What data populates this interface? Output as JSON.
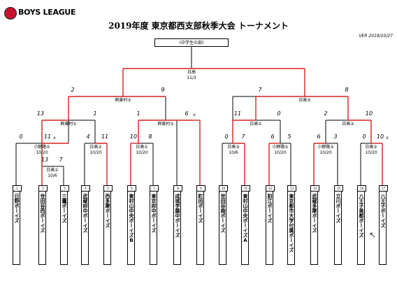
{
  "header": {
    "logo_text": "BOYS LEAGUE",
    "title": "2019年度 東京都西支部秋季大会 トーナメント",
    "version": "VER 2019/10/27",
    "division": "(中学生の部)"
  },
  "colors": {
    "win_line": "#d32020",
    "line": "#000000",
    "brand": "#c8102e"
  },
  "nodes": {
    "final": {
      "venue": "日高",
      "date": "11/3"
    },
    "sf_left": {
      "venue": "興東村③"
    },
    "sf_right": {
      "venue": "日高③"
    },
    "qf1": {
      "venue": "興東村①"
    },
    "qf2": {
      "venue": "興東村②"
    },
    "qf3": {
      "venue": "日高①"
    },
    "qf4": {
      "venue": "日高②"
    },
    "r16_1": {
      "venue": "小野路①",
      "date": "10/20"
    },
    "r16_2": {
      "venue": "日高②",
      "date": "10/20"
    },
    "r16_3": {
      "venue": "日高①",
      "date": "10/20"
    },
    "r16_4": {
      "venue": "日高③",
      "date": "10/6"
    },
    "r16_5": {
      "venue": "小野路②",
      "date": "10/20"
    },
    "r16_6": {
      "venue": "小野路③",
      "date": "10/20"
    },
    "r16_7": {
      "venue": "日高②",
      "date": "10/20"
    },
    "r32_1": {
      "venue": "日高①",
      "date": "10/6"
    }
  },
  "scores": {
    "final_l": "2",
    "final_r": "9",
    "final_l2": "7",
    "final_r2": "8",
    "sfl_l": "13",
    "sfl_r": "1",
    "sfl_l2": "1",
    "sfl_r2": "6",
    "sfr_l": "11",
    "sfr_r": "0",
    "sfr_l2": "2",
    "sfr_r2": "10",
    "r16_1_l": "0",
    "r16_1_r": "11",
    "r16_2_l": "4",
    "r16_2_r": "11",
    "r16_3_l": "10",
    "r16_3_r": "8",
    "r16_4_l": "0",
    "r16_4_r": "7",
    "r16_5_l": "6",
    "r16_5_r": "5",
    "r16_6_l": "6",
    "r16_6_r": "3",
    "r16_7_l": "0",
    "r16_7_r": "10",
    "r32_1_l": "13",
    "r32_1_r": "7",
    "x1": "x",
    "x2": "x",
    "x3": "x"
  },
  "teams": [
    {
      "num": "1",
      "name": "日野ボーイズ"
    },
    {
      "num": "2",
      "name": "世田谷西ボーイズ"
    },
    {
      "num": "3",
      "name": "三鷹ボーイズ"
    },
    {
      "num": "4",
      "name": "武蔵府中ボーイズ"
    },
    {
      "num": "5",
      "name": "西多摩ボーイズ"
    },
    {
      "num": "6",
      "name": "東村山中央ボーイズB"
    },
    {
      "num": "7",
      "name": "東京府中ボーイズ"
    },
    {
      "num": "8",
      "name": "成城学園中ボーイズ"
    },
    {
      "num": "9",
      "name": "町田ボーイズ"
    },
    {
      "num": "10",
      "name": "世田谷南ボーイズ"
    },
    {
      "num": "11",
      "name": "東村山中央ボーイズA"
    },
    {
      "num": "12",
      "name": "狛江ボーイズ"
    },
    {
      "num": "13",
      "name": "東京都市大学付属ボーイズ"
    },
    {
      "num": "14",
      "name": "武蔵多摩ボーイズ"
    },
    {
      "num": "15",
      "name": "立川ボーイズ"
    },
    {
      "num": "16",
      "name": "八王子美都ボーイズ"
    },
    {
      "num": "17",
      "name": "八王子ボーイズ"
    }
  ]
}
